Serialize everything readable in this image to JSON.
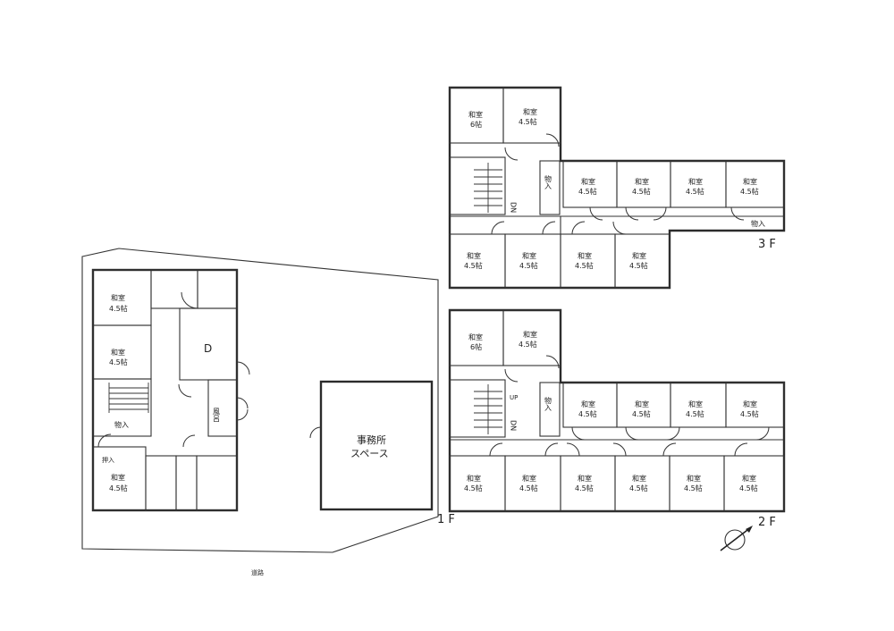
{
  "floors": {
    "first": {
      "label": "1 F",
      "office_space": [
        "事務所",
        "スペース"
      ],
      "dining": "D",
      "closet": "物入",
      "bath": "風呂",
      "road": "道路"
    },
    "second": {
      "label": "2 F",
      "up": "UP",
      "dn": "DN",
      "closet": "物入"
    },
    "third": {
      "label": "3 F",
      "dn": "DN",
      "closet": "物入"
    }
  },
  "room": {
    "name": "和室",
    "size": "4.5帖",
    "size_6": "6帖"
  },
  "closet_small": "押入"
}
